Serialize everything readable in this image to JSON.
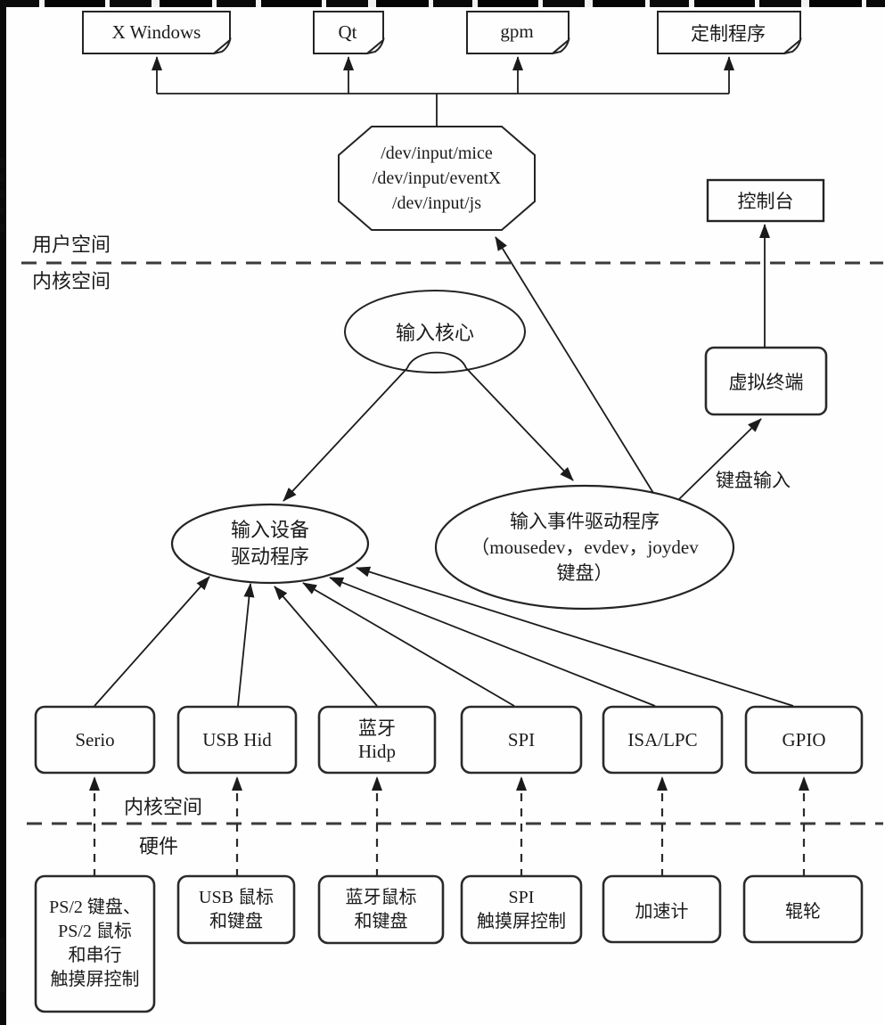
{
  "figure": {
    "description_labels": {
      "user_space": "用户空间",
      "kernel_space_upper": "内核空间",
      "kernel_space_lower": "内核空间",
      "hardware": "硬件",
      "keyboard_input": "键盘输入"
    },
    "nodes": {
      "x_windows": {
        "label": "X Windows"
      },
      "qt": {
        "label": "Qt"
      },
      "gpm": {
        "label": "gpm"
      },
      "custom_program": {
        "label": "定制程序"
      },
      "dev_nodes": {
        "label": "/dev/input/mice\n/dev/input/eventX\n/dev/input/js"
      },
      "console": {
        "label": "控制台"
      },
      "input_core": {
        "label": "输入核心"
      },
      "virtual_terminal": {
        "label": "虚拟终端"
      },
      "input_device_drivers": {
        "label": "输入设备\n驱动程序"
      },
      "input_event_drivers": {
        "label": "输入事件驱动程序\n（mousedev，evdev，joydev\n键盘）"
      },
      "serio": {
        "label": "Serio"
      },
      "usb_hid": {
        "label": "USB Hid"
      },
      "bluetooth_hidp": {
        "label": "蓝牙\nHidp"
      },
      "spi": {
        "label": "SPI"
      },
      "isa_lpc": {
        "label": "ISA/LPC"
      },
      "gpio": {
        "label": "GPIO"
      },
      "ps2_devices": {
        "label": "PS/2 键盘、\nPS/2 鼠标\n和串行\n触摸屏控制"
      },
      "usb_mouse_keyboard": {
        "label": "USB 鼠标\n和键盘"
      },
      "bt_mouse_keyboard": {
        "label": "蓝牙鼠标\n和键盘"
      },
      "spi_touch_controller": {
        "label": "SPI\n触摸屏控制"
      },
      "accelerometer": {
        "label": "加速计"
      },
      "roller_wheel": {
        "label": "辊轮"
      }
    },
    "colors": {
      "ink": "#1b1b1b",
      "background": "#fefefe"
    }
  }
}
